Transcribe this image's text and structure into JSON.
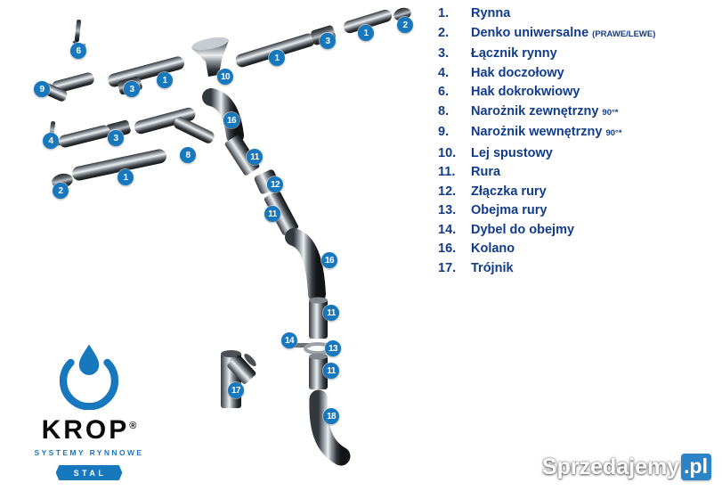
{
  "colors": {
    "brand_blue": "#1878be",
    "legend_navy": "#123c8a",
    "badge_blue": "#1878be",
    "watermark_blue": "#2e82c6"
  },
  "legend": {
    "items": [
      {
        "num": "1.",
        "label": "Rynna",
        "note": ""
      },
      {
        "num": "2.",
        "label": "Denko uniwersalne",
        "note": "(PRAWE/LEWE)"
      },
      {
        "num": "3.",
        "label": "Łącznik rynny",
        "note": ""
      },
      {
        "num": "4.",
        "label": "Hak doczołowy",
        "note": ""
      },
      {
        "num": "6.",
        "label": "Hak dokrokwiowy",
        "note": ""
      },
      {
        "num": "8.",
        "label": "Narożnik zewnętrzny",
        "note": "90°*"
      },
      {
        "num": "9.",
        "label": "Narożnik wewnętrzny",
        "note": "90°*"
      },
      {
        "num": "10.",
        "label": "Lej spustowy",
        "note": ""
      },
      {
        "num": "11.",
        "label": "Rura",
        "note": ""
      },
      {
        "num": "12.",
        "label": "Złączka rury",
        "note": ""
      },
      {
        "num": "13.",
        "label": "Obejma rury",
        "note": ""
      },
      {
        "num": "14.",
        "label": "Dybel do obejmy",
        "note": ""
      },
      {
        "num": "16.",
        "label": "Kolano",
        "note": ""
      },
      {
        "num": "17.",
        "label": "Trójnik",
        "note": ""
      }
    ]
  },
  "diagram": {
    "badges": [
      "6",
      "9",
      "3",
      "1",
      "1",
      "3",
      "1",
      "2",
      "10",
      "4",
      "3",
      "16",
      "8",
      "11",
      "1",
      "2",
      "12",
      "11",
      "16",
      "11",
      "14",
      "13",
      "11",
      "17",
      "18"
    ]
  },
  "brand": {
    "name": "KROP",
    "registered": "®",
    "tagline": "SYSTEMY RYNNOWE",
    "material_badge": "STAL"
  },
  "watermark": {
    "text": "Sprzedajemy",
    "tld": ".pl"
  }
}
